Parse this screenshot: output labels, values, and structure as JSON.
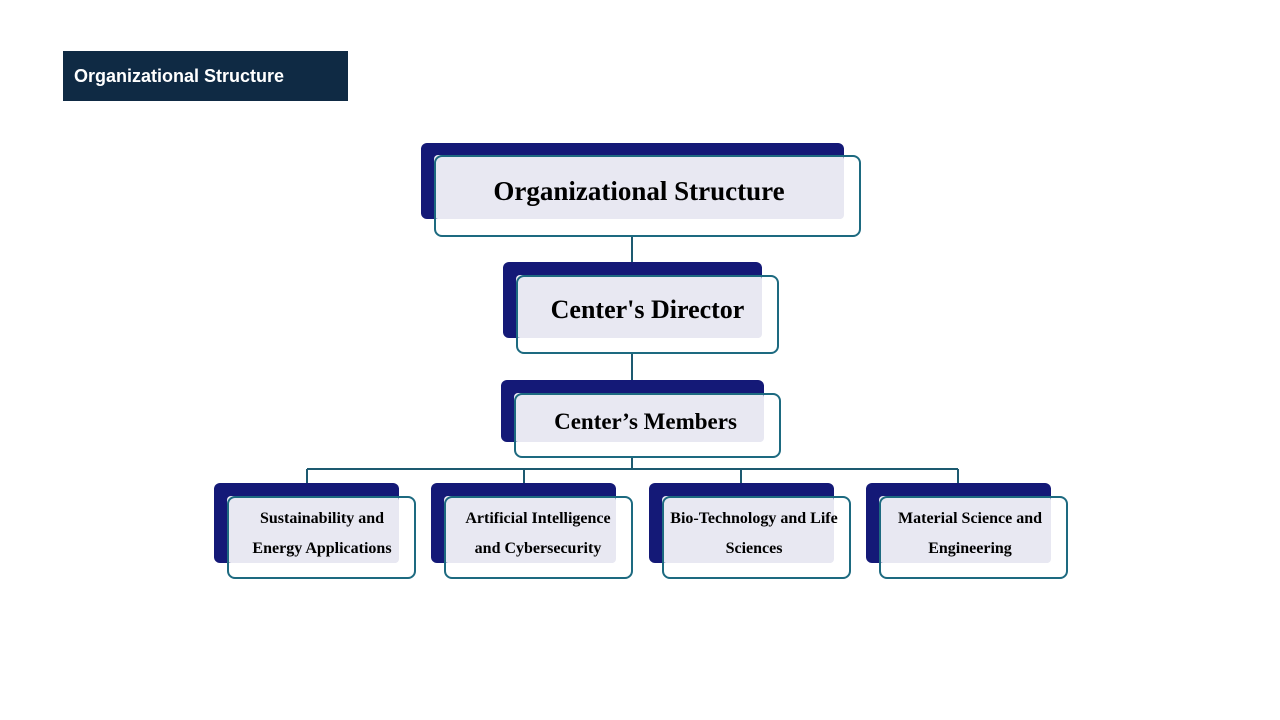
{
  "header": {
    "title": "Organizational Structure"
  },
  "diagram": {
    "root": {
      "label": "Organizational Structure"
    },
    "director": {
      "label": "Center's Director"
    },
    "members": {
      "label": "Center’s Members"
    },
    "branches": [
      {
        "label": "Sustainability and Energy Applications"
      },
      {
        "label": "Artificial Intelligence and Cybersecurity"
      },
      {
        "label": "Bio-Technology and Life Sciences"
      },
      {
        "label": "Material Science and Engineering"
      }
    ]
  },
  "colors": {
    "header_bg": "#0f2a44",
    "node_shadow": "#141977",
    "node_fill": "#e8e8f2",
    "node_border": "#1d6a80",
    "connector": "#1d5a70"
  }
}
